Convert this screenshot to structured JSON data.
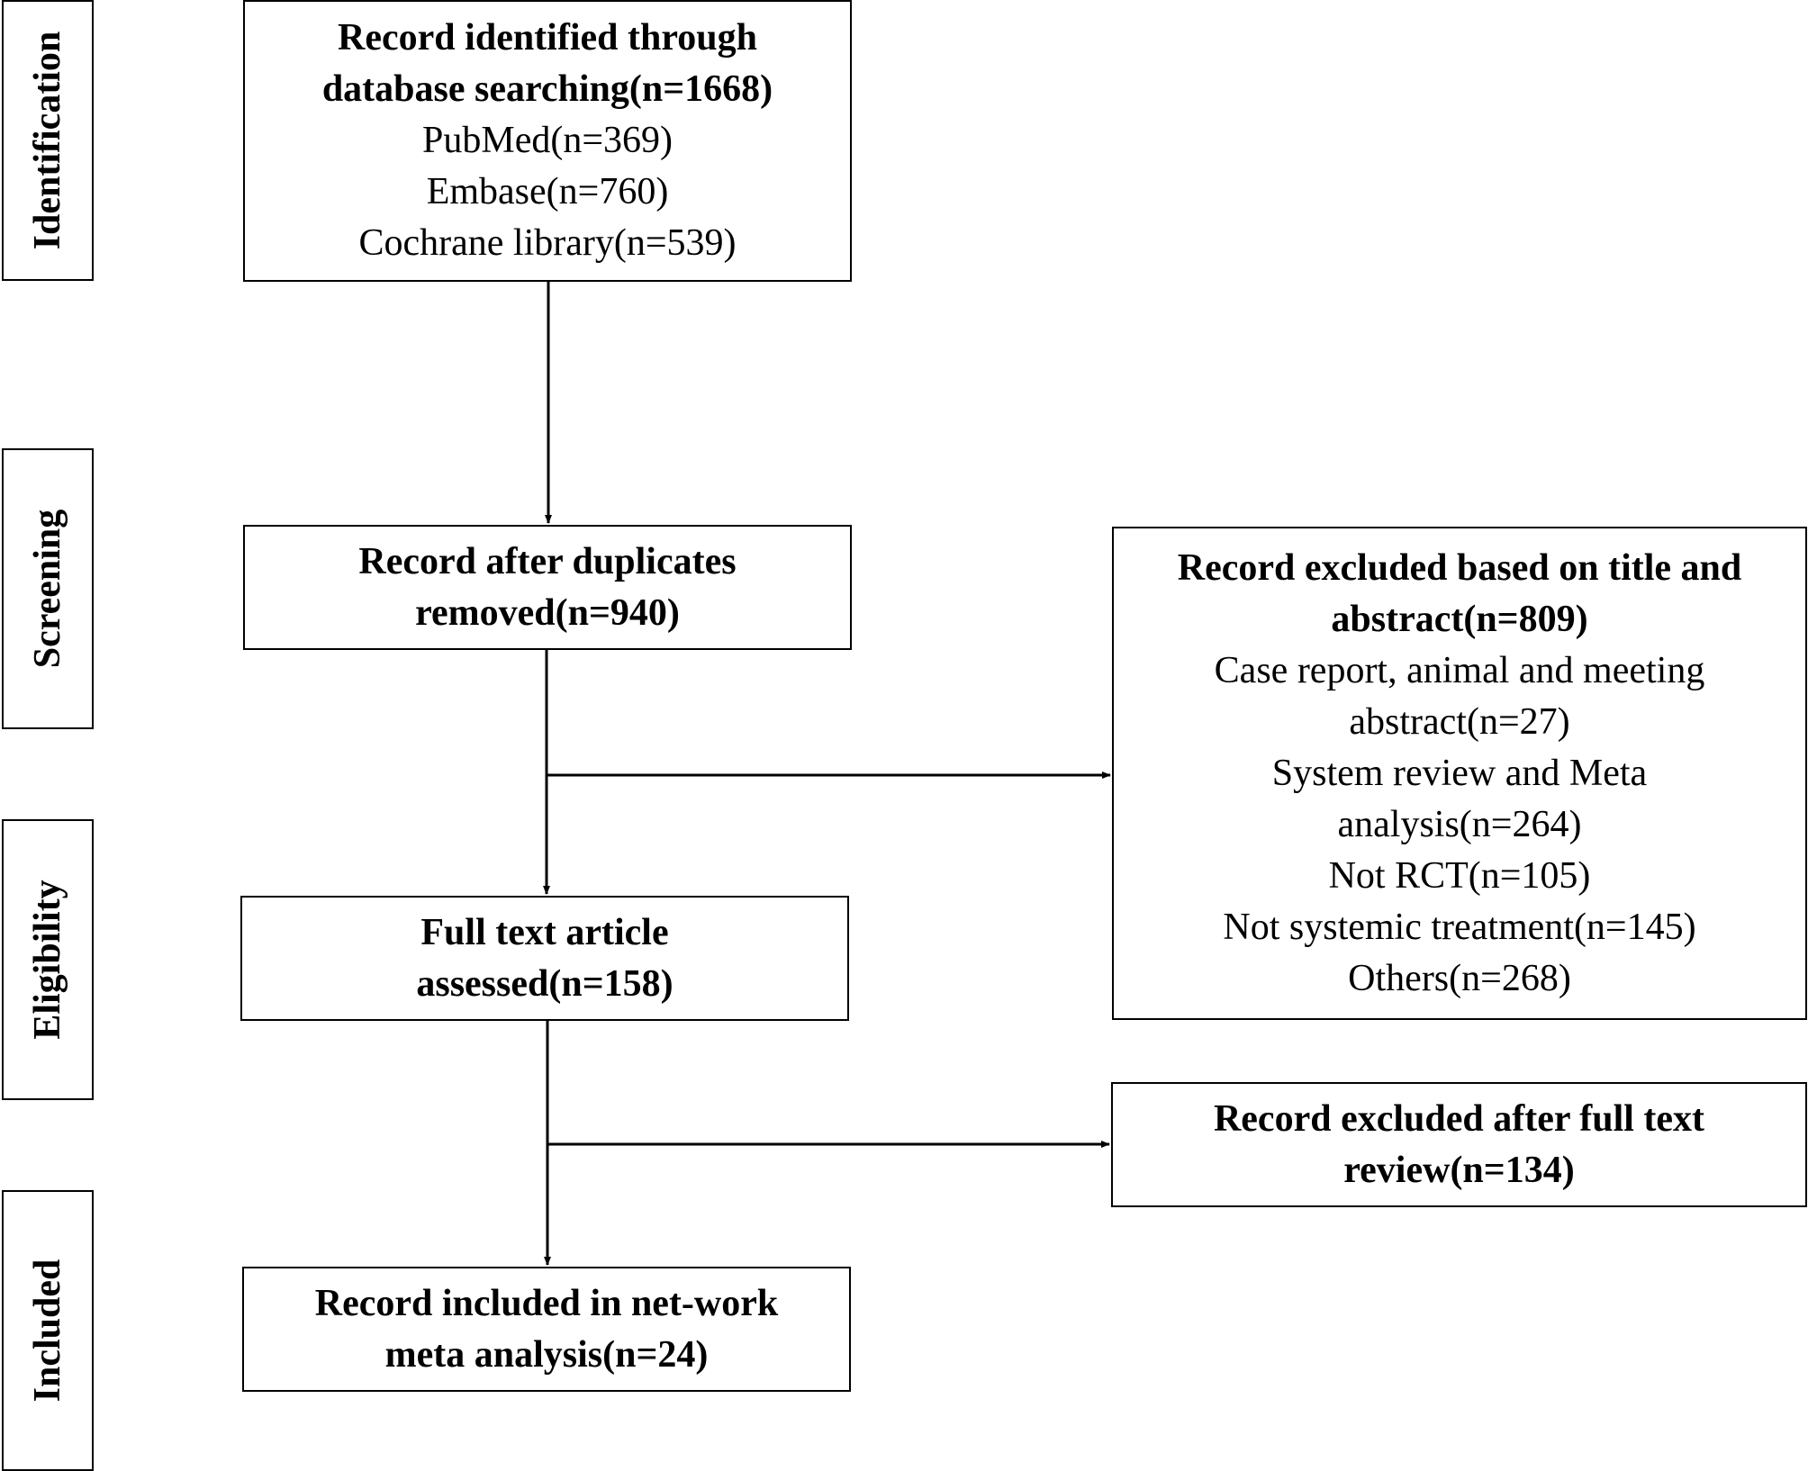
{
  "phases": {
    "identification": "Identification",
    "screening": "Screening",
    "eligibility": "Eligibility",
    "included": "Included"
  },
  "boxes": {
    "identified": {
      "title_lines": [
        "Record identified through",
        "database searching(n=1668)"
      ],
      "lines": [
        "PubMed(n=369)",
        "Embase(n=760)",
        "Cochrane library(n=539)"
      ]
    },
    "after_duplicates": {
      "title_lines": [
        "Record after duplicates",
        "removed(n=940)"
      ]
    },
    "excluded_title_abstract": {
      "title_lines": [
        "Record excluded based on title and",
        "abstract(n=809)"
      ],
      "lines": [
        "Case report, animal and meeting",
        "abstract(n=27)",
        "System review and Meta",
        "analysis(n=264)",
        "Not RCT(n=105)",
        "Not systemic treatment(n=145)",
        "Others(n=268)"
      ]
    },
    "full_text": {
      "title_lines": [
        "Full text article",
        "assessed(n=158)"
      ]
    },
    "excluded_full_text": {
      "title_lines": [
        "Record excluded after full text",
        "review(n=134)"
      ]
    },
    "included": {
      "title_lines": [
        "Record included in net-work",
        "meta analysis(n=24)"
      ]
    }
  }
}
